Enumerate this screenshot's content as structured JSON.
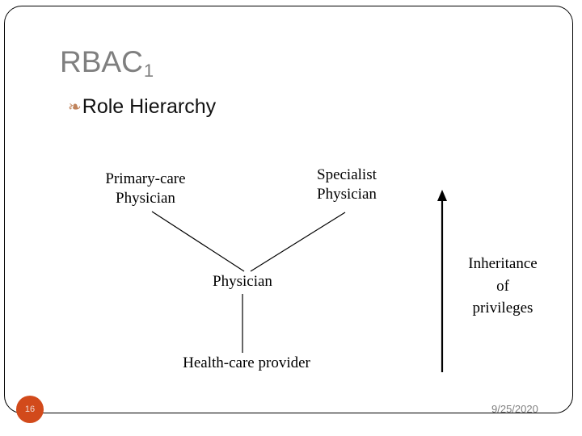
{
  "slide": {
    "title_main": "RBAC",
    "title_subscript": "1",
    "bullet_glyph": "❧",
    "bullet_glyph_name": "floral-heart-bullet-icon",
    "bullet_text": "Role Hierarchy",
    "title_color": "#7f7f7f",
    "bullet_color": "#c0835b",
    "accent_color": "#d24a1b"
  },
  "diagram": {
    "type": "role-hierarchy",
    "nodes": [
      {
        "id": "primary-care-physician",
        "label": "Primary-care\nPhysician"
      },
      {
        "id": "specialist-physician",
        "label": "Specialist\nPhysician"
      },
      {
        "id": "physician",
        "label": "Physician"
      },
      {
        "id": "health-care-provider",
        "label": "Health-care provider"
      }
    ],
    "legend": {
      "label": "Inheritance\nof\nprivileges",
      "arrow_direction": "up"
    }
  },
  "footer": {
    "slide_number": "16",
    "date": "9/25/2020"
  }
}
